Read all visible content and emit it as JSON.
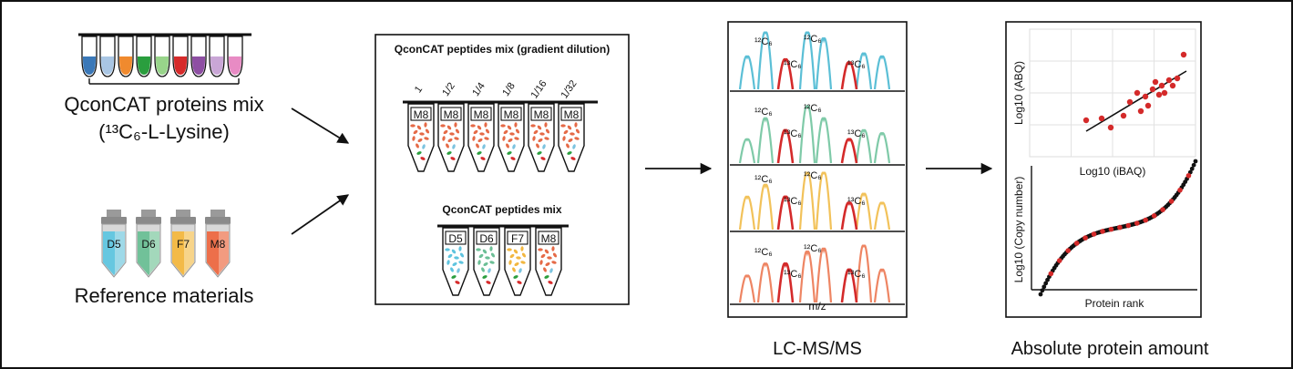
{
  "left": {
    "qconcat_label_line1": "QconCAT proteins mix",
    "qconcat_label_line2": "(¹³C₆-L-Lysine)",
    "reference_label": "Reference materials",
    "reference_tube_labels": [
      "D5",
      "D6",
      "F7",
      "M8"
    ],
    "tube_strip_colors": [
      "#3a78b8",
      "#a9c6e4",
      "#f08a2e",
      "#2a9e3e",
      "#98d48a",
      "#d62b2b",
      "#8e4fa3",
      "#c9a6d6",
      "#e88bc4"
    ]
  },
  "middle": {
    "title": "QconCAT peptides mix (gradient dilution)",
    "dilutions": [
      "1",
      "1/2",
      "1/4",
      "1/8",
      "1/16",
      "1/32"
    ],
    "top_tube_label": "M8",
    "subtitle": "QconCAT peptides mix",
    "bottom_tube_labels": [
      "D5",
      "D6",
      "F7",
      "M8"
    ]
  },
  "ms": {
    "caption": "LC-MS/MS",
    "xlabel": "m/z",
    "light_label": "¹²C₆",
    "heavy_label": "¹³C₆",
    "panel_colors": [
      "#5bbfd6",
      "#7fcaa8",
      "#f2c25a",
      "#ee8563"
    ],
    "heavy_color": "#d42a2a"
  },
  "results": {
    "caption": "Absolute protein amount",
    "scatter": {
      "xlabel": "Log10 (iBAQ)",
      "ylabel": "Log10 (ABQ)"
    },
    "rank": {
      "xlabel": "Protein rank",
      "ylabel": "Log10 (Copy number)"
    }
  },
  "colors": {
    "heavy_red": "#d42a2a",
    "black": "#111111"
  }
}
